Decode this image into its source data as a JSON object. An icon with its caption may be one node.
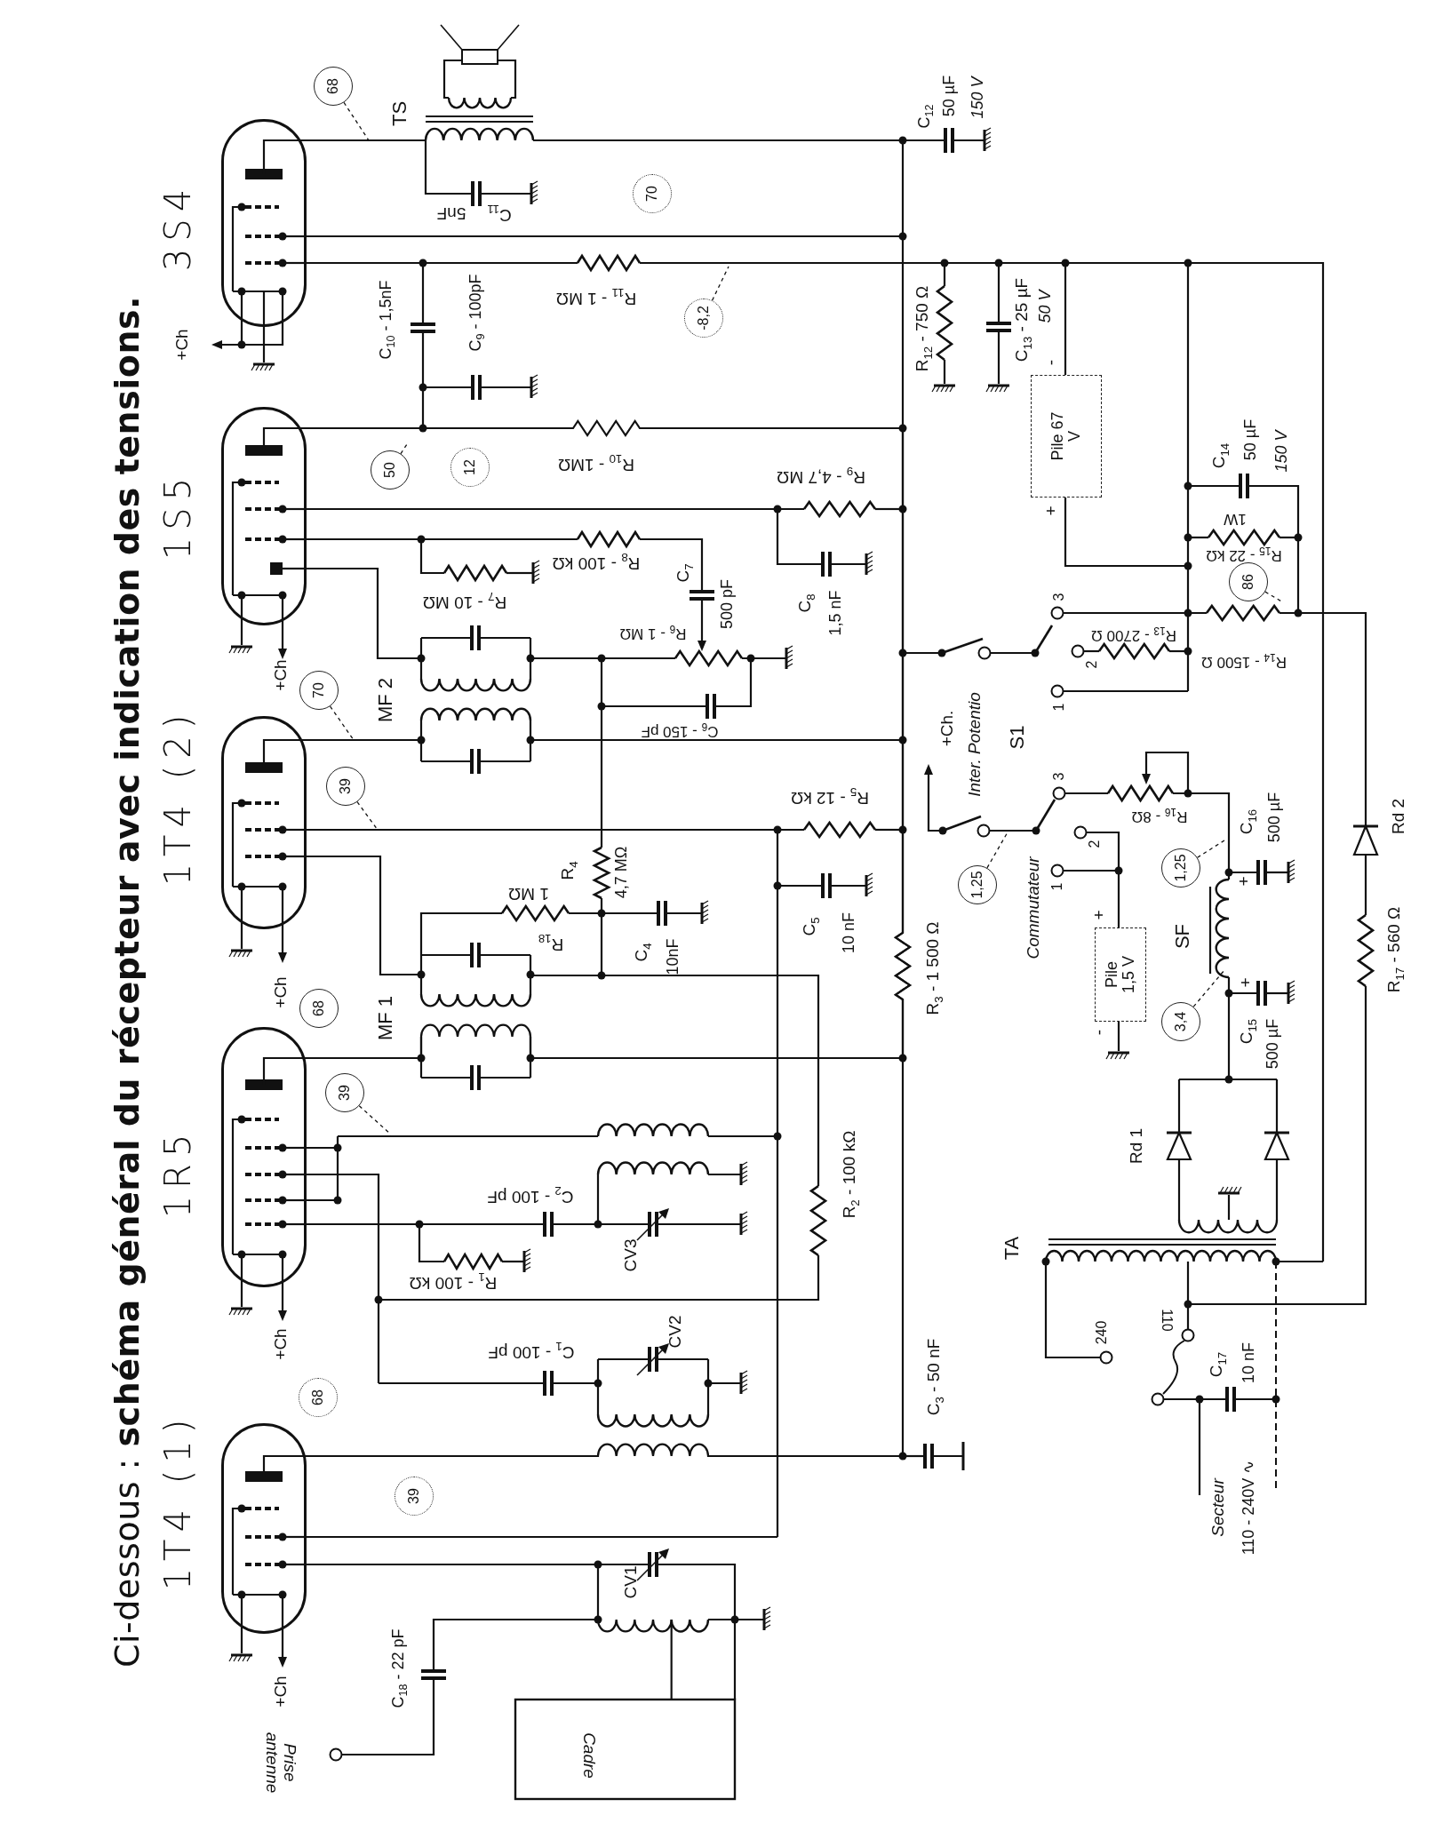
{
  "diagram": {
    "title": "Ci-dessous : **schéma général du récepteur avec indication des tensions.**",
    "nodes": [
      {
        "text": [
          "68"
        ]
      },
      {
        "text": [
          "70"
        ]
      },
      {
        "text": [
          "-8,2"
        ]
      },
      {
        "text": [
          "Pile 67 V"
        ],
        "beside": [
          "-",
          "+"
        ]
      },
      {
        "text": [
          "86"
        ]
      },
      {
        "text": [
          "50"
        ]
      },
      {
        "text": [
          "12"
        ]
      },
      {
        "text": [
          "70"
        ]
      },
      {
        "text": [
          "39"
        ]
      },
      {
        "text": [
          "1,25"
        ]
      },
      {
        "text": [
          "1,25"
        ]
      },
      {
        "text": [
          "Pile 1,5 V"
        ],
        "beside": [
          "+",
          "-"
        ]
      },
      {
        "text": [
          "68"
        ]
      },
      {
        "text": [
          "3,4"
        ]
      },
      {
        "text": [
          "39"
        ]
      },
      {
        "text": [
          "68"
        ]
      },
      {
        "text": [
          "39"
        ]
      }
    ],
    "edges": [
      {
        "from": 0,
        "to": null,
        "arrow": "none",
        "style": "dashed"
      },
      {
        "from": 2,
        "to": null,
        "arrow": "none",
        "style": "dashed"
      },
      {
        "from": 4,
        "to": null,
        "arrow": "none",
        "style": "dashed"
      },
      {
        "from": 5,
        "to": null,
        "arrow": "none",
        "style": "dashed"
      },
      {
        "from": 7,
        "to": null,
        "arrow": "none",
        "style": "dashed"
      },
      {
        "from": 8,
        "to": null,
        "arrow": "none",
        "style": "dashed"
      },
      {
        "from": 9,
        "to": null,
        "arrow": "none",
        "style": "dashed"
      },
      {
        "from": 10,
        "to": null,
        "arrow": "none",
        "style": "dashed"
      },
      {
        "from": 13,
        "to": null,
        "arrow": "none",
        "style": "dashed"
      },
      {
        "from": 14,
        "to": null,
        "arrow": "none",
        "style": "dashed"
      }
    ],
    "labels": [
      "3S4",
      "1S5",
      "1T4 (2)",
      "1R5",
      "1T4 (1)",
      "+Ch",
      "TS",
      "5nF",
      "C$_{11}$",
      "C$_{12}$",
      "50 µF",
      "150 V",
      "C$_{10}$ - 1,5nF",
      "C$_{9}$ - 100pF",
      "R$_{11}$ - 1 MΩ",
      "R$_{12}$ - 750 Ω",
      "C$_{13}$ - 25 µF",
      "50 V",
      "R$_{10}$ - 1MΩ",
      "+Ch",
      "R$_{9}$ - 4,7 MΩ",
      "C$_{14}$",
      "50 µF",
      "150 V",
      "1W",
      "R$_{15}$ - 22 kΩ",
      "R$_{8}$ - 100 kΩ",
      "R$_{7}$ - 10 MΩ",
      "C$_{7}$",
      "500 pF",
      "C$_{8}$",
      "1,5 nF",
      "R$_{6}$ - 1 MΩ",
      "C$_{6}$ - 150 pF",
      "MF 2",
      "3",
      "2",
      "1",
      "R$_{13}$ - 2700 Ω",
      "R$_{14}$ - 1500 Ω",
      "+Ch",
      "R$_{4}$",
      "4,7 MΩ",
      "1 MΩ",
      "R$_{18}$",
      "C$_{4}$",
      "10nF",
      "MF 1",
      "R$_{5}$ - 12 kΩ",
      "C$_{5}$",
      "10 nF",
      "R$_{3}$ - 1 500 Ω",
      "+Ch.",
      "Inter. Potentio",
      "S1",
      "3",
      "2",
      "1",
      "Commutateur",
      "R$_{16}$ - 8Ω",
      "C$_{16}$",
      "500 µF",
      "+",
      "SF",
      "+",
      "C$_{15}$",
      "500 µF",
      "R$_{2}$ - 100 kΩ",
      "Rd 1",
      "Rd 2",
      "R$_{17}$ - 560 Ω",
      "+Ch",
      "C$_{2}$ - 100 pF",
      "CV3",
      "R$_{1}$ - 100 kΩ",
      "C$_{1}$ - 100 pF",
      "CV2",
      "C$_{3}$ - 50 nF",
      "TA",
      "240",
      "110",
      "C$_{17}$",
      "10 nF",
      "Secteur",
      "110 - 240V ∿",
      "+Ch",
      "CV1",
      "C$_{18}$ - 22 pF",
      "Prise antenne",
      "Cadre"
    ]
  }
}
